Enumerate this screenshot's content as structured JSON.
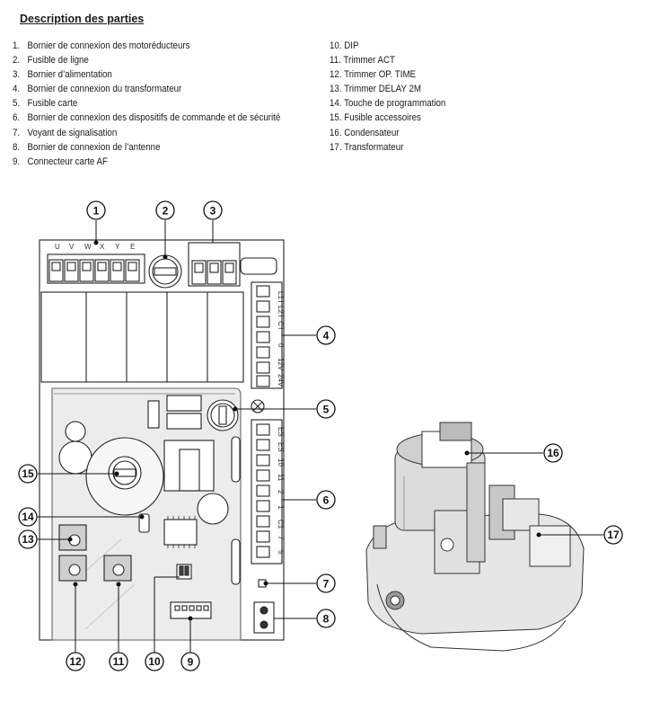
{
  "title": "Description des parties",
  "parts_left": [
    {
      "num": "1.",
      "label": "Bornier de connexion des motoréducteurs"
    },
    {
      "num": "2.",
      "label": "Fusible de ligne"
    },
    {
      "num": "3.",
      "label": "Bornier d’alimentation"
    },
    {
      "num": "4.",
      "label": "Bornier de connexion du transformateur"
    },
    {
      "num": "5.",
      "label": "Fusible carte"
    },
    {
      "num": "6.",
      "label": "Bornier de connexion des dispositifs de commande et de sécurité"
    },
    {
      "num": "7.",
      "label": "Voyant de signalisation"
    },
    {
      "num": "8.",
      "label": "Bornier de connexion de l’antenne"
    },
    {
      "num": "9.",
      "label": "Connecteur carte AF"
    }
  ],
  "parts_right": [
    {
      "num": "10.",
      "label": "DIP"
    },
    {
      "num": "11.",
      "label": "Trimmer ACT"
    },
    {
      "num": "12.",
      "label": "Trimmer OP. TIME"
    },
    {
      "num": "13.",
      "label": "Trimmer DELAY 2M"
    },
    {
      "num": "14.",
      "label": "Touche de programmation"
    },
    {
      "num": "15.",
      "label": "Fusible accessoires"
    },
    {
      "num": "16.",
      "label": "Condensateur"
    },
    {
      "num": "17.",
      "label": "Transformateur"
    }
  ],
  "callouts": [
    "1",
    "2",
    "3",
    "4",
    "5",
    "6",
    "7",
    "8",
    "9",
    "10",
    "11",
    "12",
    "13",
    "14",
    "15",
    "16",
    "17"
  ],
  "board_labels": {
    "motor_terminals": [
      "U",
      "V",
      "W",
      "X",
      "Y",
      "E"
    ],
    "transformer_terminals": [
      "L1T",
      "L2T",
      "CT",
      "0",
      "12V",
      "24V"
    ],
    "control_terminals": [
      "ES",
      "ES",
      "10",
      "11",
      "2",
      "1",
      "C1",
      "7",
      "5"
    ]
  }
}
